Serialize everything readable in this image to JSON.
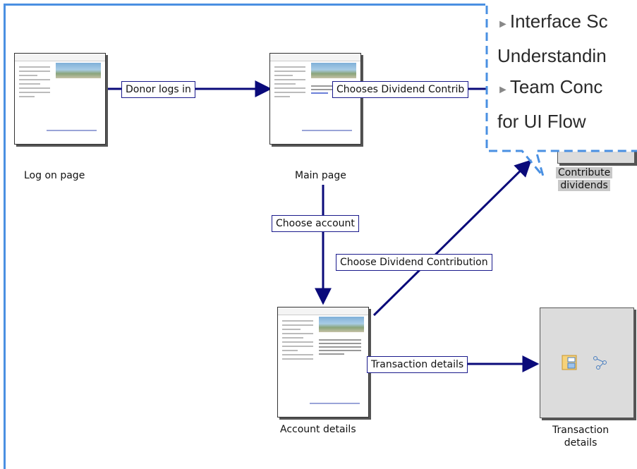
{
  "nodes": {
    "logon": {
      "caption": "Log on page"
    },
    "main": {
      "caption": "Main page"
    },
    "account": {
      "caption": "Account details"
    },
    "contribute": {
      "caption_line1": "Contribute",
      "caption_line2": "dividends"
    },
    "transaction": {
      "caption_line1": "Transaction",
      "caption_line2": "details"
    }
  },
  "edges": {
    "donor_logs_in": "Donor logs in",
    "chooses_dividend_contrib": "Chooses Dividend Contrib",
    "choose_account": "Choose account",
    "choose_dividend_contribution": "Choose Dividend Contribution",
    "transaction_details": "Transaction details"
  },
  "callout": {
    "line1": "Interface Sc",
    "line2": "Understandin",
    "line3": "Team Conc",
    "line4": "for UI Flow"
  },
  "icons": {
    "transaction_panel_icon": "panel-layout-icon",
    "transaction_graph_icon": "graph-nodes-icon",
    "bullet_icon": "arrow-bullet-icon"
  },
  "colors": {
    "edge": "#0a0a7a",
    "frame": "#4a90e2",
    "callout_border": "#4a90e2"
  }
}
